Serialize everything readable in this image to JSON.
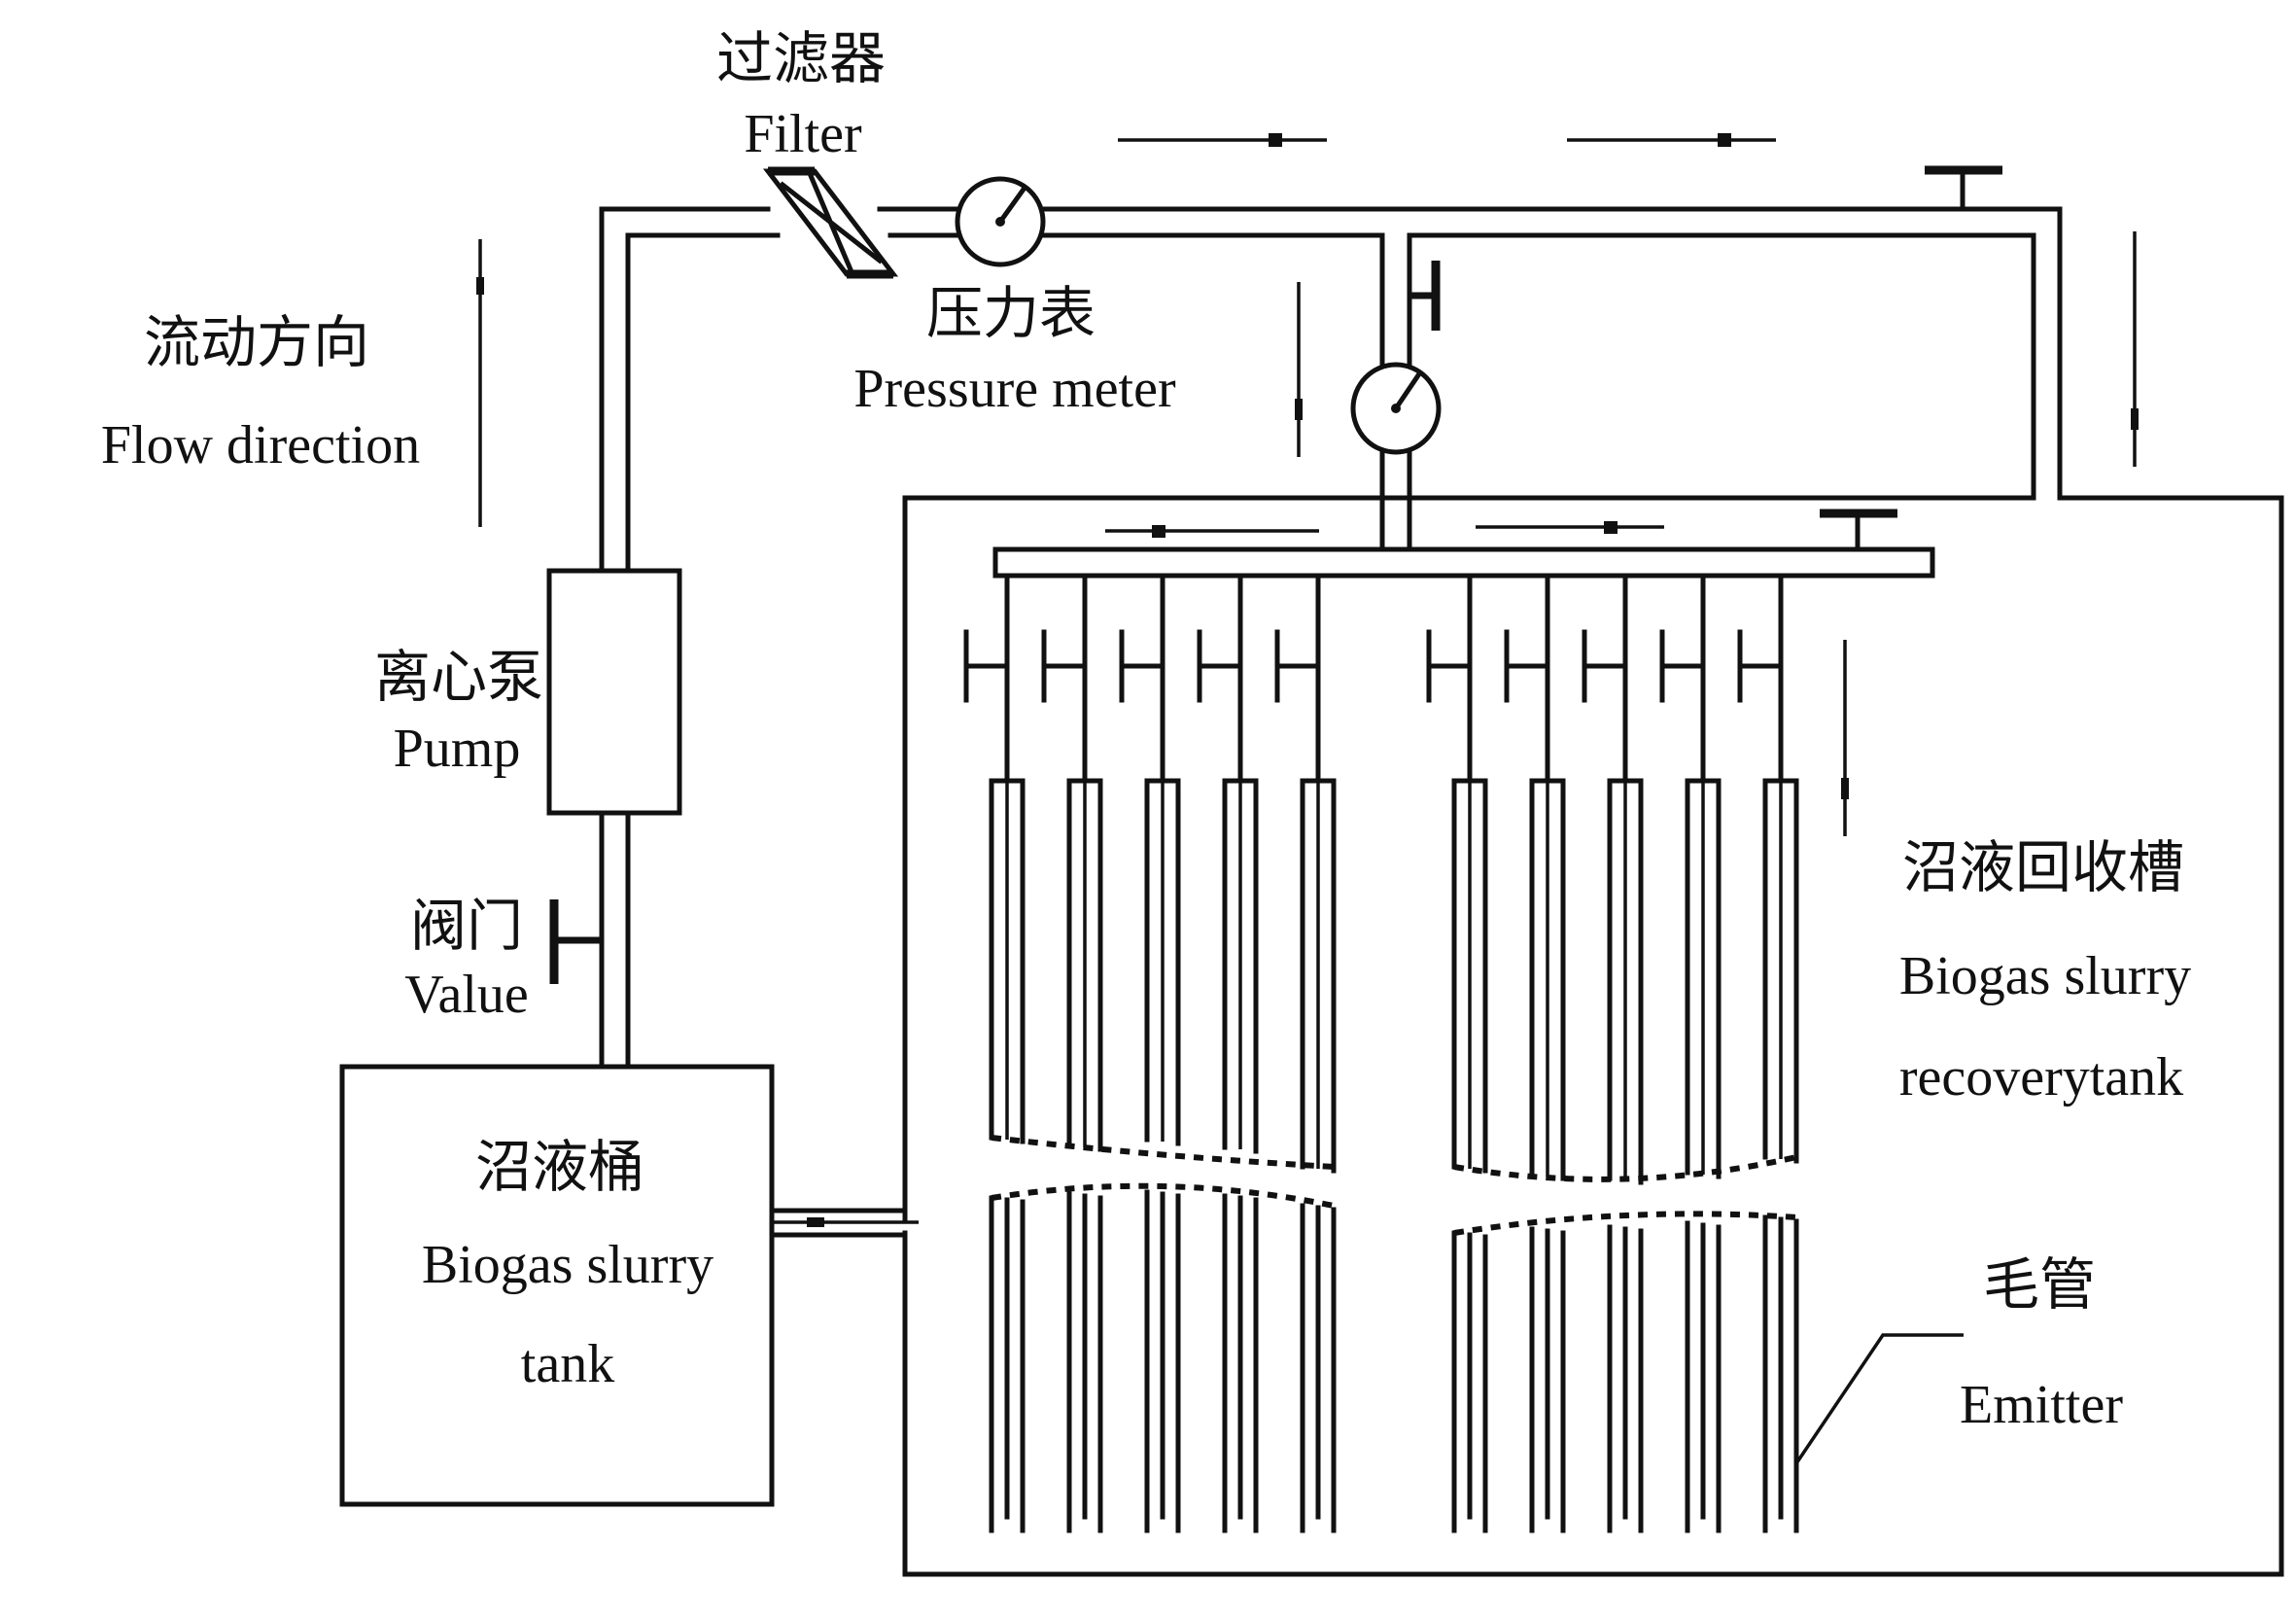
{
  "diagram": {
    "flow_direction": {
      "zh": "流动方向",
      "en": "Flow direction"
    },
    "filter": {
      "zh": "过滤器",
      "en": "Filter"
    },
    "pressure_meter": {
      "zh": "压力表",
      "en": "Pressure meter"
    },
    "pump": {
      "zh": "离心泵",
      "en": "Pump"
    },
    "valve": {
      "zh": "阀门",
      "en": "Value"
    },
    "slurry_tank": {
      "zh": "沼液桶",
      "en_line1": "Biogas slurry",
      "en_line2": "tank"
    },
    "recovery_tank": {
      "zh": "沼液回收槽",
      "en_line1": "Biogas slurry",
      "en_line2": "recoverytank"
    },
    "emitter": {
      "zh": "毛管",
      "en": "Emitter"
    },
    "emitter_groups": 2,
    "emitters_per_group": 5
  }
}
